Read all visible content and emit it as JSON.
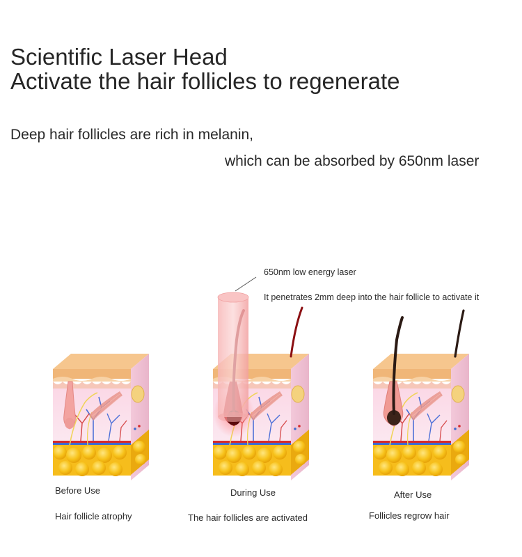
{
  "heading": {
    "line1": "Scientific Laser Head",
    "line2": "Activate the hair follicles to regenerate"
  },
  "intro": {
    "line1": "Deep hair follicles are rich in melanin,",
    "line2": "which can be absorbed by 650nm laser"
  },
  "annotation": {
    "laser": "650nm low energy laser",
    "penetration": "It penetrates 2mm deep into the hair follicle to activate it"
  },
  "stages": [
    {
      "label": "Before Use",
      "description": "Hair follicle atrophy"
    },
    {
      "label": "During Use",
      "description": "The hair follicles are activated"
    },
    {
      "label": "After Use",
      "description": "Follicles regrow hair"
    }
  ],
  "colors": {
    "laser_beam": "#f2a7a7",
    "hair_active": "#8b0f12",
    "hair_grown": "#2b1a14",
    "fat_layer": "#f5c21f",
    "epidermis": "#f0b678",
    "dermis": "#fbe2ee"
  }
}
